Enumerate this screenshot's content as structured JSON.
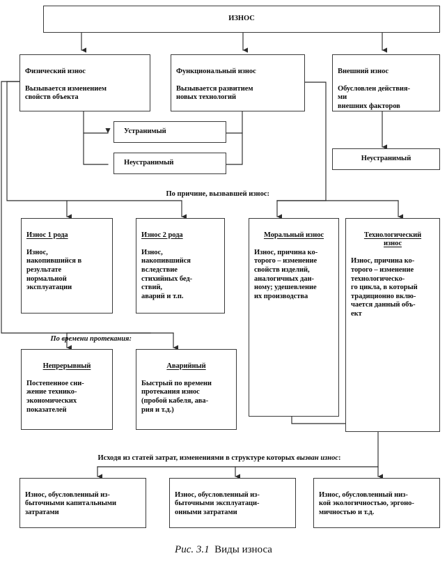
{
  "figure": {
    "number": "Рис. 3.1",
    "title": "Виды износа"
  },
  "colors": {
    "box_border": "#3a3a3a",
    "wire": "#2b2b2b",
    "text": "#0d0d0d",
    "background": "#ffffff"
  },
  "root": {
    "label": "ИЗНОС"
  },
  "level1": [
    {
      "head": "Физический износ",
      "body": "Вызывается изменением\nсвойств объекта"
    },
    {
      "head": "Функциональный износ",
      "body": "Вызывается развитием\nновых технологий"
    },
    {
      "head": "Внешний износ",
      "body": "Обусловлен действия-\nми\nвнешних факторов"
    }
  ],
  "removability": [
    {
      "label": "Устранимый"
    },
    {
      "label": "Неустранимый"
    }
  ],
  "external_child": {
    "label": "Неустранимый"
  },
  "section_cause": {
    "label": "По причине, вызвавшей износ:"
  },
  "cause_nodes": [
    {
      "head": "Износ 1 рода",
      "body": "Износ,\nнакопившийся в\nрезультате\nнормальной\nэксплуатации"
    },
    {
      "head": "Износ 2 рода",
      "body": "Износ,\nнакопившийся\nвследствие\nстихийных бед-\nствий,\nаварий и т.п."
    },
    {
      "head": "Моральный износ",
      "body": "Износ, причина ко-\nторого – изменение\nсвойств изделий,\nаналогичных дан-\nному; удешевление\nих производства"
    },
    {
      "head": "Технологический\nизнос",
      "body": "Износ, причина ко-\nторого – изменение\nтехнологическо-\nго цикла, в который\nтрадиционно вклю-\nчается данный объ-\nект"
    }
  ],
  "section_time": {
    "label": "По времени протекания:"
  },
  "time_nodes": [
    {
      "head": "Непрерывный",
      "body": "Постепенное сни-\nжение технико-\nэкономических\nпоказателей"
    },
    {
      "head": "Аварийный",
      "body": "Быстрый по времени\nпротекания износ\n(пробой кабеля, ава-\nрия и т.д.)"
    }
  ],
  "section_cost": {
    "prefix": "Исходя из статей затрат, изменениями в структуре которых ",
    "emphasis": "вызван износ",
    "suffix": ":"
  },
  "cost_nodes": [
    {
      "body": "Износ, обусловленный из-\nбыточными капитальными\nзатратами"
    },
    {
      "body": "Износ, обусловленный из-\nбыточными эксплуатаци-\nонными затратами"
    },
    {
      "body": "Износ, обусловленный низ-\nкой экологичностью, эргоно-\nмичностью и т.д."
    }
  ]
}
